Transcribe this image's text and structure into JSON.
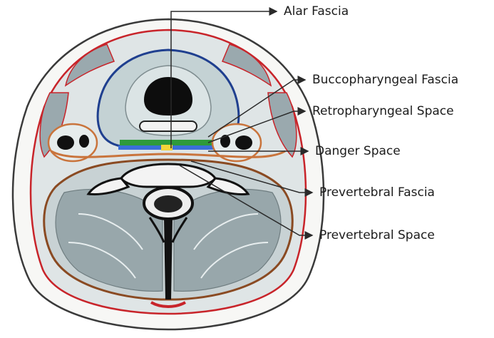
{
  "labels": {
    "alar_fascia": "Alar Fascia",
    "buccopharyngeal_fascia": "Buccopharyngeal Fascia",
    "retropharyngeal_space": "Retropharyngeal Space",
    "danger_space": "Danger Space",
    "prevertebral_fascia": "Prevertebral Fascia",
    "prevertebral_space": "Prevertebral Space"
  },
  "colors": {
    "skin_outline": "#3a3a3a",
    "superficial_fascia": "#c8242a",
    "buccopharyngeal_fascia": "#1f3f8f",
    "retropharyngeal_space": "#2e9a3b",
    "danger_space": "#f2d43a",
    "danger_space_band": "#3a6fd8",
    "prevertebral_fascia": "#8a4a22",
    "carotid_sheath": "#c9743c",
    "muscle_fill": "#8f9ea3",
    "vertebra_dark": "#111111",
    "leader_line": "#2a2a2a"
  }
}
